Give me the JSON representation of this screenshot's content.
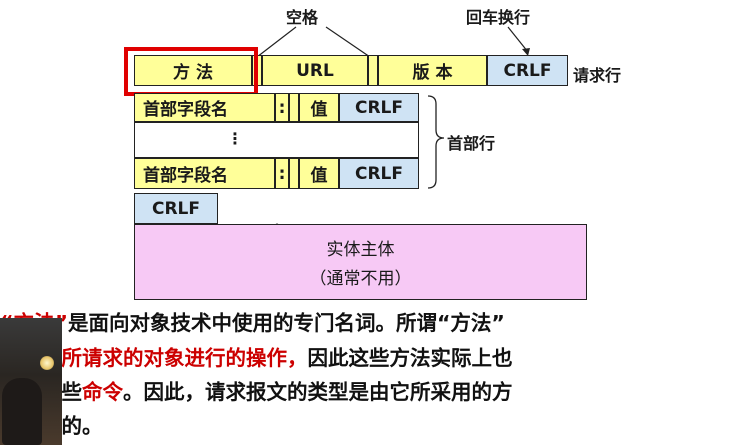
{
  "diagram": {
    "label_space": "空格",
    "label_crlf_top": "回车换行",
    "request_line": {
      "method": "方 法",
      "url": "URL",
      "version": "版 本",
      "crlf": "CRLF",
      "label": "请求行"
    },
    "header_rows": [
      {
        "field": "首部字段名",
        "colon": ":",
        "value": "值",
        "crlf": "CRLF"
      },
      {
        "field": "首部字段名",
        "colon": ":",
        "value": "值",
        "crlf": "CRLF"
      }
    ],
    "header_ellipsis": "⋮",
    "header_label": "首部行",
    "blank_crlf": "CRLF",
    "body": {
      "line1": "实体主体",
      "line2": "（通常不用）"
    }
  },
  "caption": {
    "line1_a": "“方法”",
    "line1_b": "是面向对象技术中使用的专门名词。所谓“方法”",
    "line2_a": "就是对所请求的对象进行的操作，",
    "line2_b": "因此这些方法实际上也",
    "line3_a": "就是一些",
    "line3_b": "命令",
    "line3_c": "。因此，请求报文的类型是由它所采用的方",
    "line4": "法决定的。"
  },
  "colors": {
    "yellow": "#ffff99",
    "blue": "#cfe3f4",
    "pink": "#f7c9f5",
    "highlight_red": "#e00000",
    "text_red": "#cc0000"
  }
}
